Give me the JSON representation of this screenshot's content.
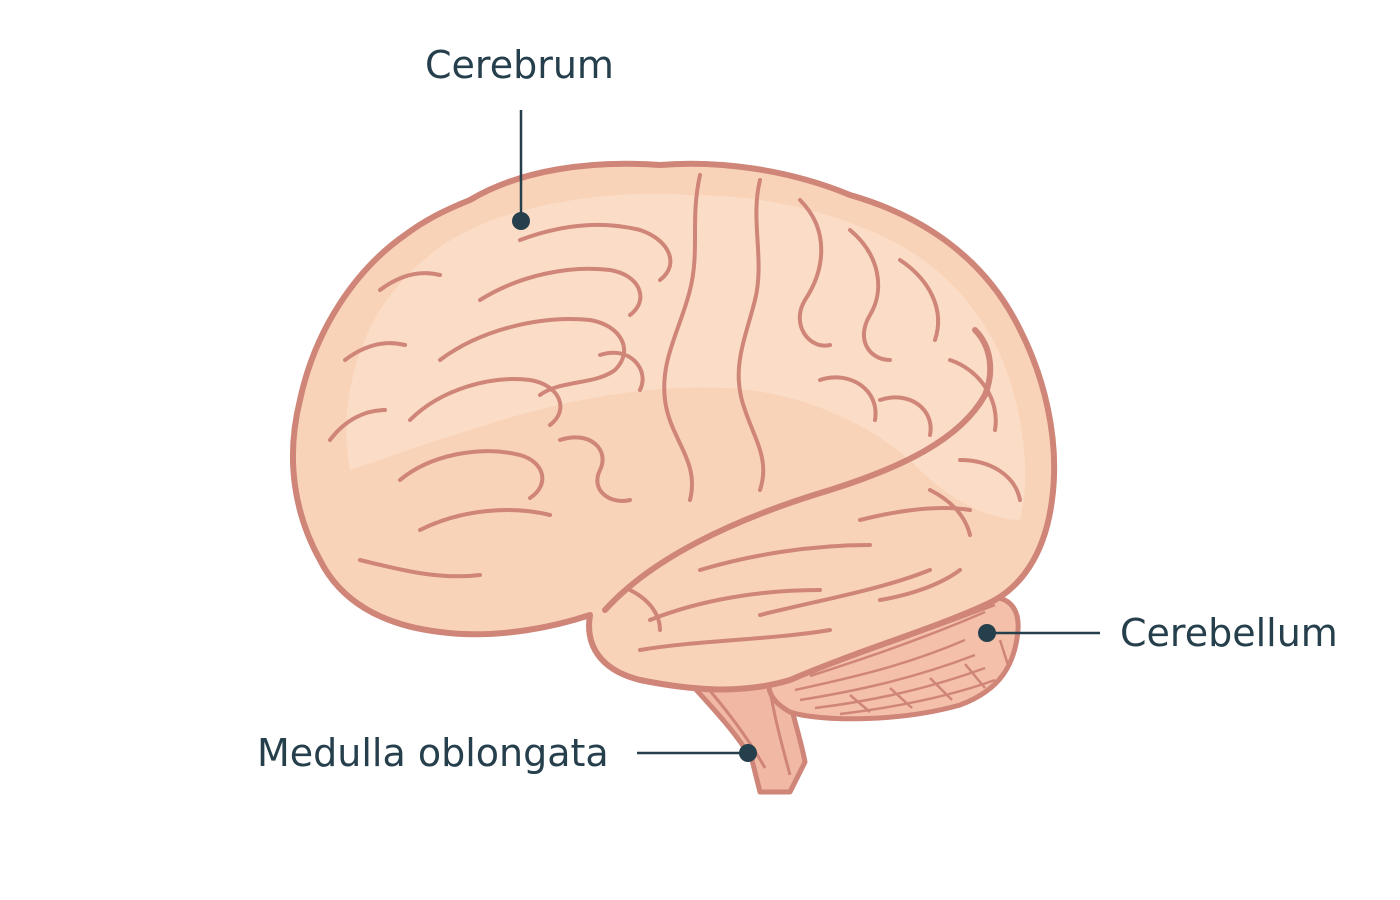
{
  "diagram": {
    "labels": {
      "cerebrum": "Cerebrum",
      "cerebellum": "Cerebellum",
      "medulla": "Medulla oblongata"
    }
  },
  "colors": {
    "brain_fill": "#f9d3b8",
    "brain_highlight": "#fde6d4",
    "brain_outline": "#cf8578",
    "stem_fill": "#f1b8a3",
    "cerebellum_fill": "#f4c0a9",
    "label_text": "#263f4c",
    "leader_line": "#263f4c"
  }
}
